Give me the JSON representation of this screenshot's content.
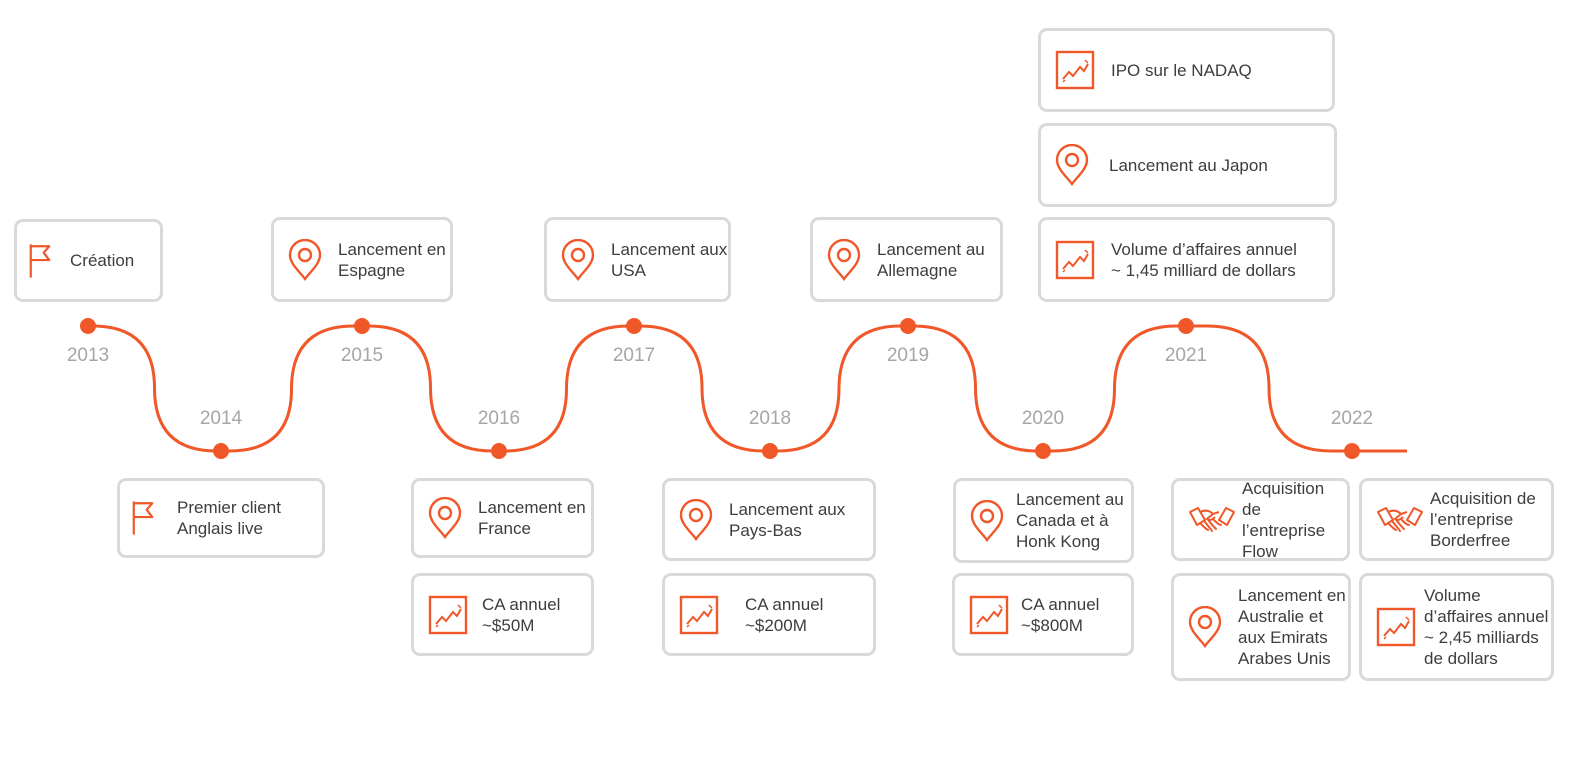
{
  "colors": {
    "accent": "#f0582a",
    "card_border": "#d9d9d9",
    "year_text": "#a6a6a6",
    "card_text": "#3d3d3d"
  },
  "years": [
    "2013",
    "2014",
    "2015",
    "2016",
    "2017",
    "2018",
    "2019",
    "2020",
    "2021",
    "2022"
  ],
  "milestones": [
    {
      "id": "creation",
      "icon": "flag-icon",
      "text": "Création"
    },
    {
      "id": "premier-client",
      "icon": "flag-icon",
      "text": "Premier client\nAnglais live"
    },
    {
      "id": "espagne",
      "icon": "map-pin-icon",
      "text": "Lancement en\nEspagne"
    },
    {
      "id": "france",
      "icon": "map-pin-icon",
      "text": "Lancement en\nFrance"
    },
    {
      "id": "ca-50m",
      "icon": "trend-chart-icon",
      "text": "CA annuel\n~$50M"
    },
    {
      "id": "usa",
      "icon": "map-pin-icon",
      "text": "Lancement aux\nUSA"
    },
    {
      "id": "pays-bas",
      "icon": "map-pin-icon",
      "text": "Lancement aux\nPays-Bas"
    },
    {
      "id": "ca-200m",
      "icon": "trend-chart-icon",
      "text": "CA annuel\n~$200M"
    },
    {
      "id": "allemagne",
      "icon": "map-pin-icon",
      "text": "Lancement au\nAllemagne"
    },
    {
      "id": "canada",
      "icon": "map-pin-icon",
      "text": "Lancement au\nCanada et à\nHonk Kong"
    },
    {
      "id": "ca-800m",
      "icon": "trend-chart-icon",
      "text": "CA annuel\n~$800M"
    },
    {
      "id": "ipo",
      "icon": "trend-chart-icon",
      "text": "IPO sur le NADAQ"
    },
    {
      "id": "japon",
      "icon": "map-pin-icon",
      "text": "Lancement au Japon"
    },
    {
      "id": "volume-1-45",
      "icon": "trend-chart-icon",
      "text": "Volume d’affaires annuel\n~ 1,45 milliard de dollars"
    },
    {
      "id": "flow",
      "icon": "handshake-icon",
      "text": "Acquisition de\nl’entreprise\nFlow"
    },
    {
      "id": "australie",
      "icon": "map-pin-icon",
      "text": "Lancement en\nAustralie et\naux Emirats\nArabes Unis"
    },
    {
      "id": "borderfree",
      "icon": "handshake-icon",
      "text": "Acquisition de\nl’entreprise\nBorderfree"
    },
    {
      "id": "volume-2-45",
      "icon": "trend-chart-icon",
      "text": "Volume\nd’affaires annuel\n~ 2,45 milliards\nde dollars"
    }
  ]
}
